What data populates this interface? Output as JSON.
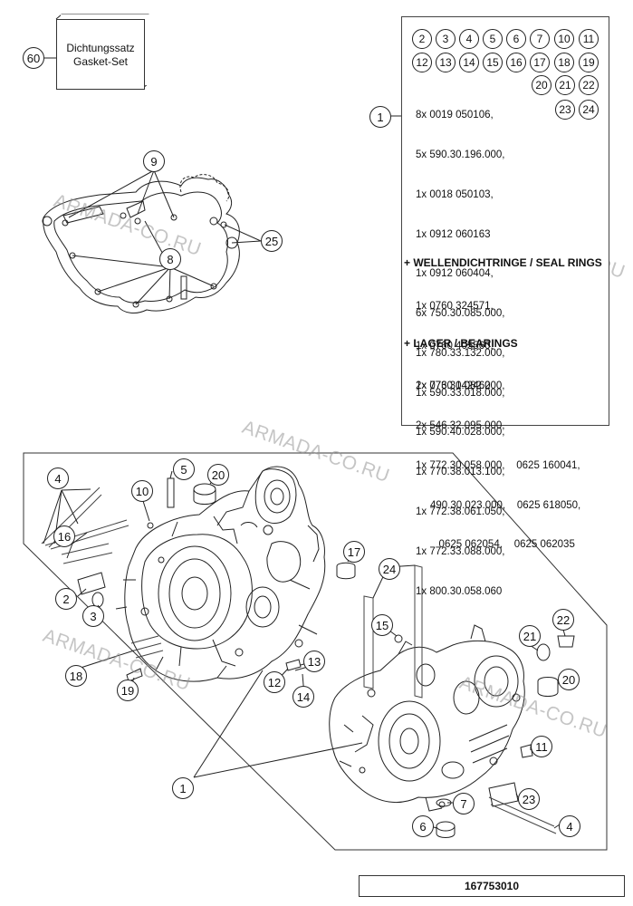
{
  "gasket_set": {
    "callout": "60",
    "label_de": "Dichtungssatz",
    "label_en": "Gasket-Set"
  },
  "parts_list": {
    "callout": "1",
    "grid_row1": [
      "2",
      "3",
      "4",
      "5",
      "6",
      "7",
      "10",
      "11"
    ],
    "grid_row2": [
      "12",
      "13",
      "14",
      "15",
      "16",
      "17",
      "18",
      "19"
    ],
    "grid_row3": [
      "20",
      "21",
      "22"
    ],
    "grid_row4": [
      "23",
      "24"
    ],
    "housing_parts": [
      "8x 0019 050106,",
      "5x 590.30.196.000,",
      "1x 0018 050103,",
      "1x 0912 060163",
      "1x 0912 060404,",
      "6x 750.30.085.000,",
      "1x 780.33.132.000,",
      "1x 590.33.018.000,",
      "1x 590.40.028.000,",
      "1x 770.38.013.100,",
      "1x 772.38.061.050,",
      "1x 772.33.088.000,",
      "1x 800.30.058.060"
    ],
    "seal_rings_title": "+ WELLENDICHTRINGE / SEAL RINGS",
    "seal_rings": [
      "1x 0760 324571,",
      "1x 0760 405560,",
      "1x 0760 142460"
    ],
    "bearings_title": "+ LAGER / BEARINGS",
    "bearings": [
      "2x 773.30.082.200,",
      "2x 546.32.095.000,",
      "1x 772.30.058.000,    0625 160041,",
      "     490.30.023.000,    0625 618050,",
      "        0625 062054,    0625 062035"
    ]
  },
  "gasket_diagram_callouts": {
    "c9": "9",
    "c8": "8",
    "c25": "25"
  },
  "main_callouts": {
    "c4a": "4",
    "c5": "5",
    "c20a": "20",
    "c10": "10",
    "c16": "16",
    "c2": "2",
    "c3": "3",
    "c18": "18",
    "c19": "19",
    "c17": "17",
    "c24": "24",
    "c15": "15",
    "c13": "13",
    "c12": "12",
    "c14": "14",
    "c22": "22",
    "c21": "21",
    "c20b": "20",
    "c11": "11",
    "c1": "1",
    "c7": "7",
    "c6": "6",
    "c23": "23",
    "c4b": "4"
  },
  "watermark": "ARMADA-CO.RU",
  "footer": {
    "drawing_number": "167753010"
  }
}
